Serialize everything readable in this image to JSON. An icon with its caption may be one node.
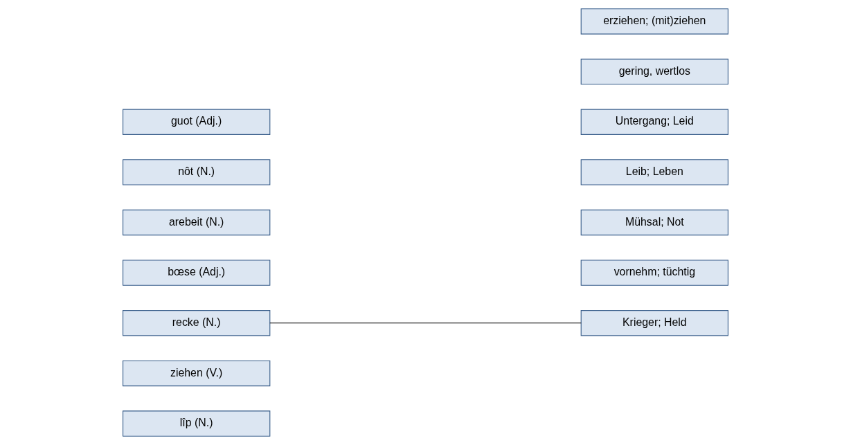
{
  "diagram": {
    "nodes": [
      {
        "text": [
          "lîp (N.)"
        ]
      },
      {
        "text": [
          "ziehen (V.)"
        ]
      },
      {
        "text": [
          "recke (N.)"
        ]
      },
      {
        "text": [
          "bœse (Adj.)"
        ]
      },
      {
        "text": [
          "arebeit (N.)"
        ]
      },
      {
        "text": [
          "nôt (N.)"
        ]
      },
      {
        "text": [
          "guot (Adj.)"
        ]
      },
      {
        "text": [
          "Krieger; Held"
        ]
      },
      {
        "text": [
          "vornehm; tüchtig"
        ]
      },
      {
        "text": [
          "Mühsal; Not"
        ]
      },
      {
        "text": [
          "Leib; Leben"
        ]
      },
      {
        "text": [
          "Untergang; Leid"
        ]
      },
      {
        "text": [
          "gering, wertlos"
        ]
      },
      {
        "text": [
          "erziehen; (mit)ziehen"
        ]
      }
    ],
    "edges": [
      {
        "from": 2,
        "to": 7,
        "arrow": "none"
      }
    ]
  }
}
